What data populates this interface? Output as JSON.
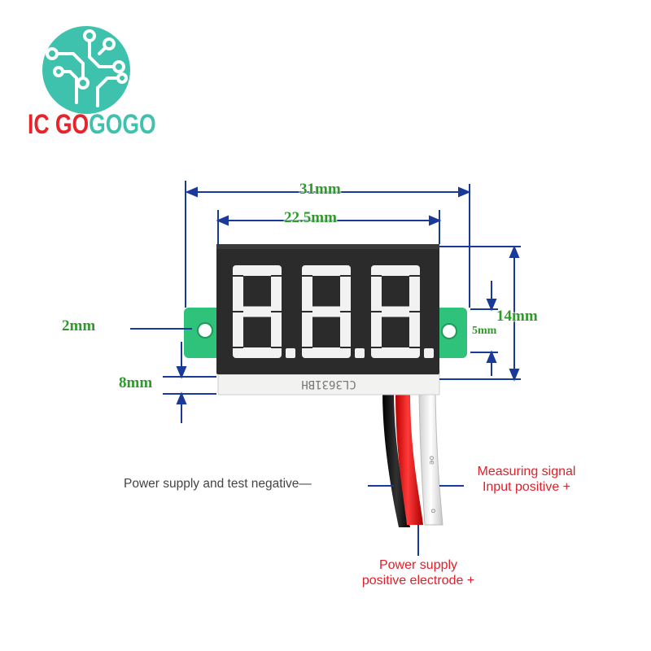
{
  "brand": {
    "name_part1": "IC GO",
    "name_part2": "GOGO",
    "color_red": "#e8242a",
    "color_teal": "#3fc2ad",
    "logo_icon": "circuit-circle-icon"
  },
  "display": {
    "digits": [
      "8.",
      "8.",
      "8."
    ],
    "model_print": "CL3631BH",
    "body_color": "#2b2b2b",
    "segment_color": "#f2f2f2",
    "pcb_color": "#2fc27a"
  },
  "dimensions": {
    "overall_width": "31mm",
    "display_width": "22.5mm",
    "height": "14mm",
    "digit_height": "5mm",
    "hole_offset": "2mm",
    "thickness": "8mm"
  },
  "wires": {
    "black": {
      "label": "Power supply and test negative—",
      "color": "#111111"
    },
    "red": {
      "label_line1": "Power supply",
      "label_line2": "positive electrode +",
      "color": "#e01a1a"
    },
    "white": {
      "label_line1": "Measuring signal",
      "label_line2": "Input positive +",
      "color": "#f4f4f4"
    }
  },
  "annotation_color": "#1a3a9a"
}
